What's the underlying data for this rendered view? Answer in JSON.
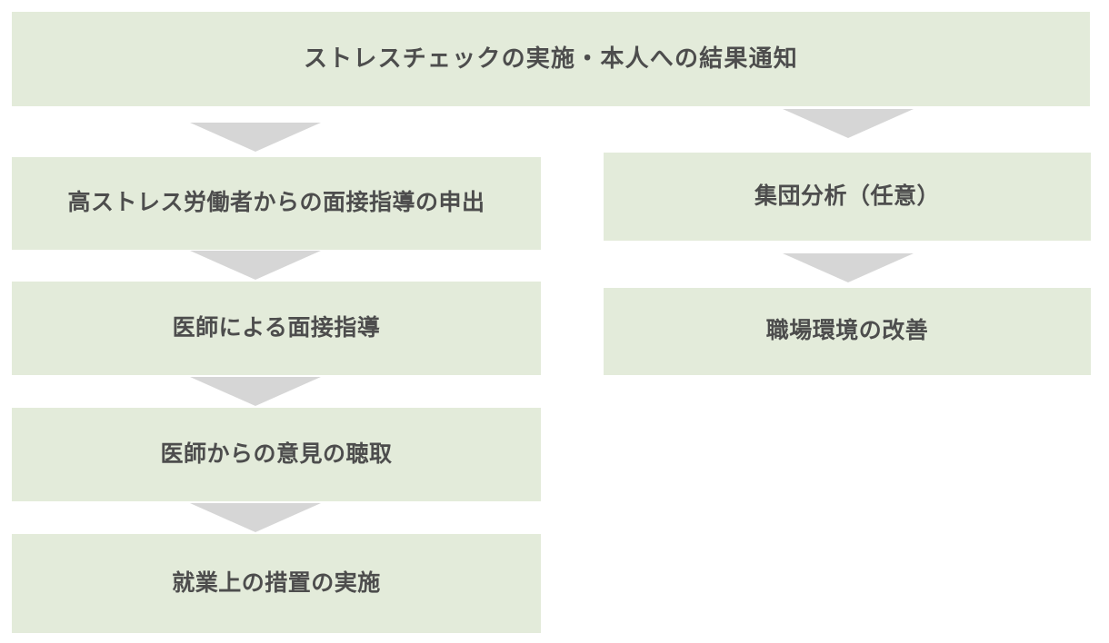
{
  "diagram": {
    "title_node": {
      "label": "ストレスチェックの実施・本人への結果通知"
    },
    "left_column": [
      {
        "label": "高ストレス労働者からの面接指導の申出"
      },
      {
        "label": "医師による面接指導"
      },
      {
        "label": "医師からの意見の聴取"
      },
      {
        "label": "就業上の措置の実施"
      }
    ],
    "right_column": [
      {
        "label": "集団分析（任意）"
      },
      {
        "label": "職場環境の改善"
      }
    ],
    "connectors": [
      {
        "name": "top-to-left-branch",
        "direction": "down"
      },
      {
        "name": "top-to-right-branch",
        "direction": "down"
      },
      {
        "name": "left-1-to-2",
        "direction": "down"
      },
      {
        "name": "left-2-to-3",
        "direction": "down"
      },
      {
        "name": "left-3-to-4",
        "direction": "down"
      },
      {
        "name": "right-1-to-2",
        "direction": "down"
      }
    ],
    "colors": {
      "node_fill": "#e3ebda",
      "node_text": "#4d4d4d",
      "arrow_fill": "#d6d6d6",
      "background": "#ffffff"
    }
  }
}
